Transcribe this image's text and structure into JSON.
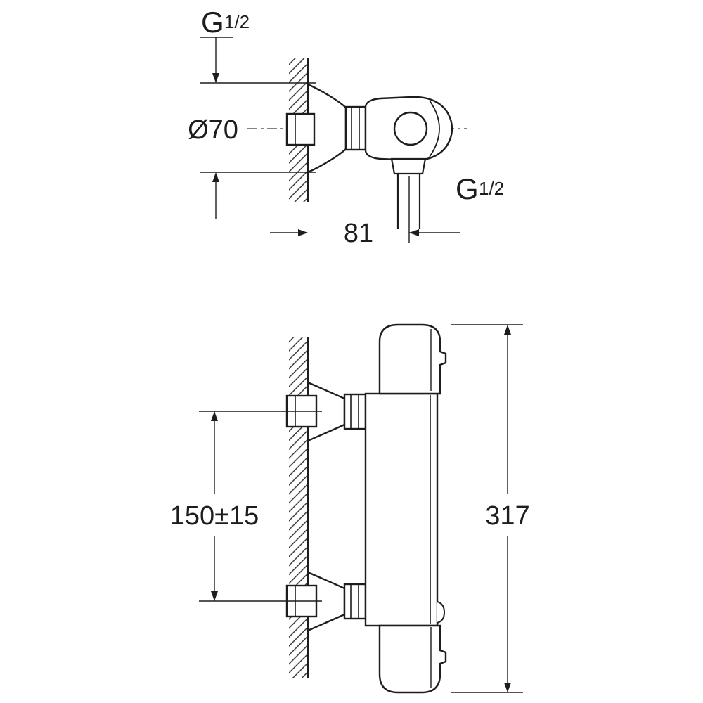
{
  "colors": {
    "line": "#1d1d1b",
    "background": "#ffffff"
  },
  "top_view": {
    "inlet_thread_label": {
      "prefix": "G",
      "fraction": "1/2"
    },
    "escutcheon_diameter_label": "Ø70",
    "wall_to_outlet_distance_label": "81",
    "outlet_thread_label": {
      "prefix": "G",
      "fraction": "1/2"
    }
  },
  "front_view": {
    "inlet_spacing_label": "150±15",
    "overall_height_label": "317"
  }
}
